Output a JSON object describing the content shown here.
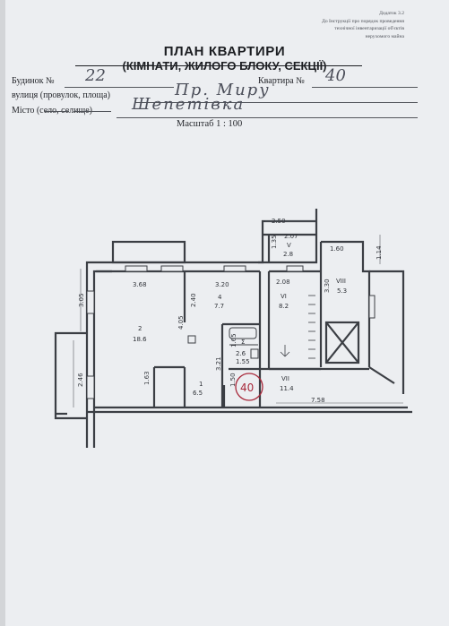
{
  "annex": {
    "line1": "Додаток 3.2",
    "line2": "До Інструкції про порядок проведення",
    "line3": "технічної інвентаризації об'єктів",
    "line4": "нерухомого майна"
  },
  "title": {
    "line1": "ПЛАН КВАРТИРИ",
    "line2": "(КІМНАТИ, ЖИЛОГО БЛОКУ, СЕКЦІЇ)"
  },
  "fields": {
    "building_label": "Будинок №",
    "building_value": "22",
    "apartment_label": "Квартира №",
    "apartment_value": "40",
    "street_label": "вулиця (провулок, площа)",
    "street_value": "Пр. Миру",
    "city_label": "Місто (село, селище)",
    "city_value": "Шепетівка"
  },
  "scale": "Масштаб 1 : 100",
  "plan": {
    "stamp": "40",
    "dimensions": {
      "balcony_top_w": "2.50",
      "room_v_w": "2.07",
      "room_v_h": "1.35",
      "room_viii_w": "1.60",
      "right_edge": "1.14",
      "left_h": "3.05",
      "room2_w": "3.68",
      "room4_w": "3.20",
      "room4_h": "2.40",
      "room2_h": "4.05",
      "room6_w": "2.08",
      "room_viii_h": "3.30",
      "room_e_h": "1.65",
      "corridor_h": "3.21",
      "left_low": "2.46",
      "room1_h": "1.63",
      "lobby_h": "1.50",
      "lobby_w": "7.58"
    },
    "rooms": {
      "r2_num": "2",
      "r2_area": "18.6",
      "r4_num": "4",
      "r4_area": "7.7",
      "r1_num": "1",
      "r1_area": "6.5",
      "rE_num": "Σ",
      "rE_area1": "2.6",
      "rE_area2": "1.55",
      "rV_num": "V",
      "rV_area": "2.8",
      "rVI_num": "VI",
      "rVI_area": "8.2",
      "rVII_num": "VII",
      "rVII_area": "11.4",
      "rVIII_num": "VIII",
      "rVIII_area": "5.3"
    }
  }
}
